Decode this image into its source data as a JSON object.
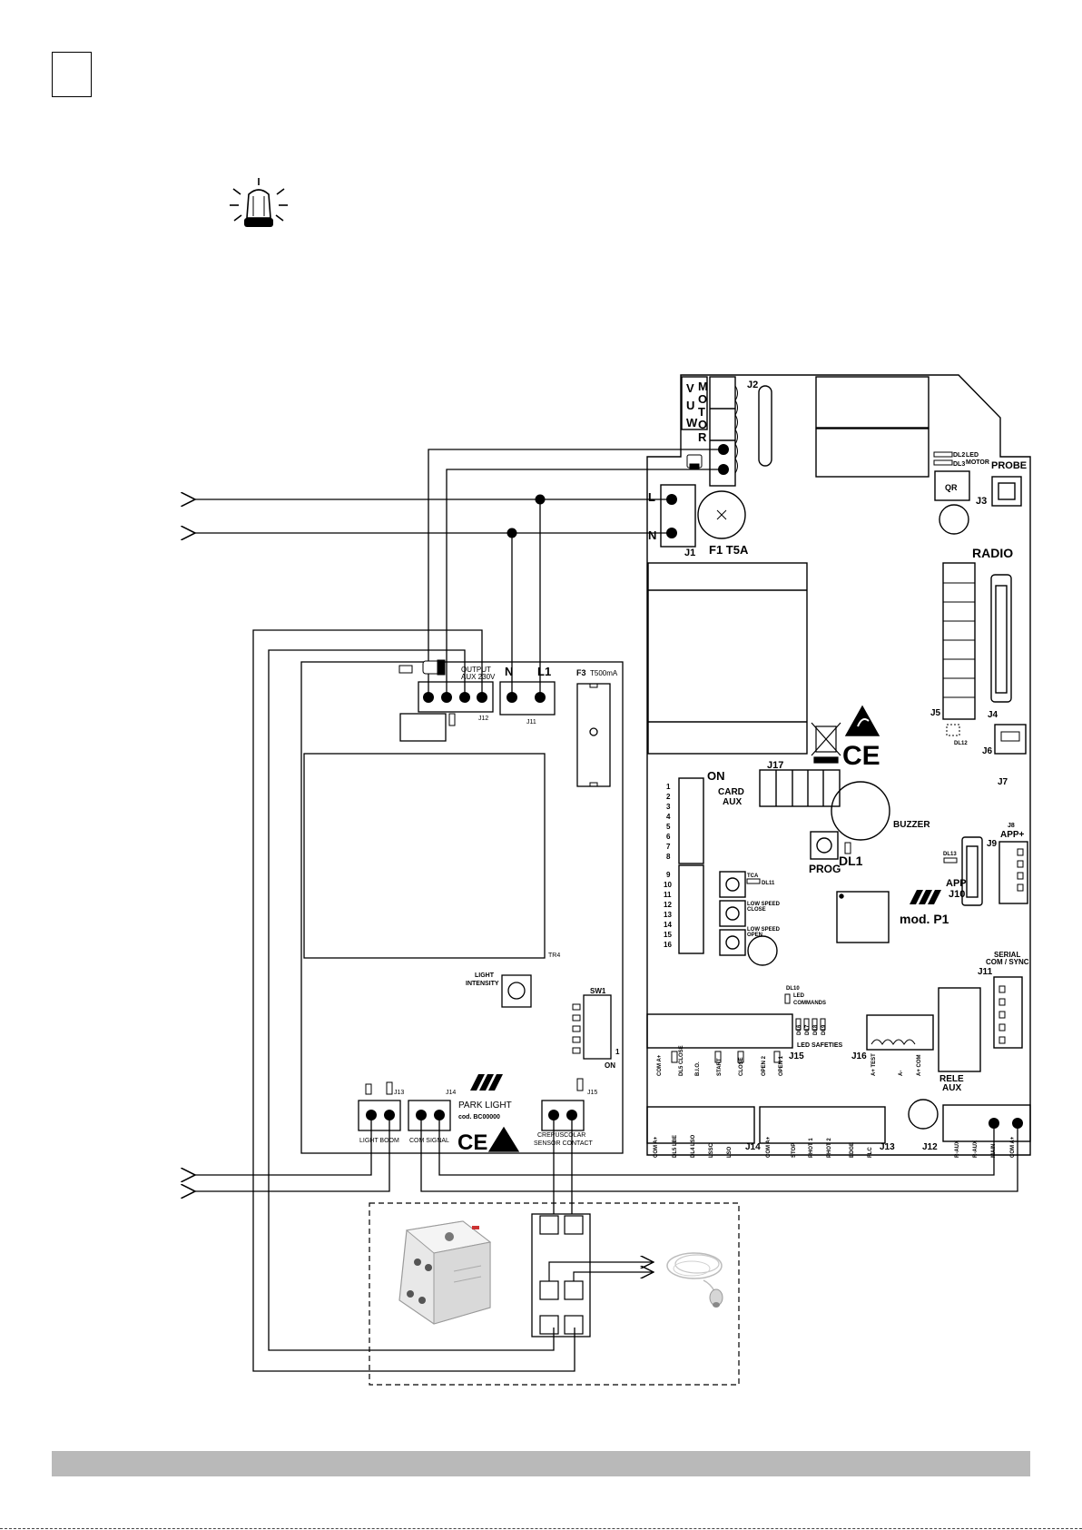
{
  "main_board": {
    "motor_terminals": [
      "V",
      "U",
      "W"
    ],
    "motor_label": [
      "M",
      "O",
      "T",
      "O",
      "R"
    ],
    "connectors": {
      "j1": "J1",
      "j2": "J2",
      "j3": "J3",
      "j4": "J4",
      "j5": "J5",
      "j6": "J6",
      "j7": "J7",
      "j8": "J8",
      "j9": "J9",
      "j10": "J10",
      "j11": "J11",
      "j12": "J12",
      "j13": "J13",
      "j14": "J14",
      "j15": "J15",
      "j16": "J16",
      "j17": "J17"
    },
    "mains_l": "L",
    "mains_n": "N",
    "fuse": "F1 T5A",
    "radio": "RADIO",
    "probe": "PROBE",
    "qr": "QR",
    "led_dl2": "DL2",
    "led_dl3": "DL3",
    "led_motor": [
      "LED",
      "MOTOR"
    ],
    "led_dl12": "DL12",
    "led_dl13": "DL13",
    "dip_on": "ON",
    "dip_numbers": [
      "1",
      "2",
      "3",
      "4",
      "5",
      "6",
      "7",
      "8",
      "9",
      "10",
      "11",
      "12",
      "13",
      "14",
      "15",
      "16"
    ],
    "card_aux": [
      "CARD",
      "AUX"
    ],
    "buzzer": "BUZZER",
    "prog": "PROG",
    "dl1": "DL1",
    "tca": "TCA",
    "dl11": "DL11",
    "low_speed_close": [
      "LOW SPEED",
      "CLOSE"
    ],
    "low_speed_open": [
      "LOW SPEED",
      "OPEN"
    ],
    "app": "APP",
    "app_plus": "APP+",
    "model": "mod. P1",
    "serial": [
      "SERIAL",
      "COM / SYNC"
    ],
    "dl10": "DL10",
    "led_commands": [
      "LED",
      "COMMANDS"
    ],
    "led_safeties": "LED SAFETIES",
    "safety_leds": [
      "DL6",
      "DL7",
      "DL8",
      "DL9"
    ],
    "rele_aux": [
      "RELE",
      "AUX"
    ],
    "j15_pins": [
      "COM A+",
      "DL5 CLOSE",
      "B.I.O.",
      "START",
      "CLOSE",
      "OPEN 2",
      "OPEN 1"
    ],
    "j16_pins": [
      "A+ TEST",
      "A-",
      "A+ COM"
    ],
    "j14_pins": [
      "COM A+",
      "DL5 LBE",
      "DL4 LSO",
      "LSSC",
      "LSO"
    ],
    "j13_pins": [
      "COM A+",
      "STOP",
      "PHOT 1",
      "PHOT 2",
      "EDGE",
      "FLC"
    ],
    "j12_pins": [
      "R-AUX",
      "R-AUX",
      "MAIN",
      "COM A+"
    ]
  },
  "park_light": {
    "output_aux": [
      "OUTPUT",
      "AUX 230V"
    ],
    "n_label": "N",
    "l1_label": "L1",
    "fuse": "F3",
    "fuse_value": "T500mA",
    "j11": "J11",
    "j12": "J12",
    "j13": "J13",
    "j14": "J14",
    "j15": "J15",
    "tr4": "TR4",
    "light_intensity": [
      "LIGHT",
      "INTENSITY"
    ],
    "sw1": "SW1",
    "sw1_on": "ON",
    "sw1_one": "1",
    "name": "PARK LIGHT",
    "code": "cod. BC00000",
    "light_boom": "LIGHT BOOM",
    "com_signal": "COM SIGNAL",
    "crepuscular": [
      "CREPUSCOLAR",
      "SENSOR CONTACT"
    ]
  }
}
